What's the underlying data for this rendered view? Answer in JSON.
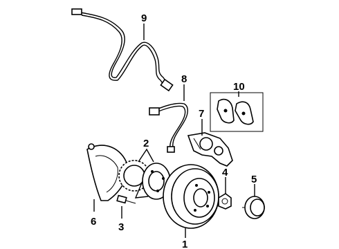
{
  "callouts": [
    {
      "id": "1",
      "text": "1",
      "part": "rotor"
    },
    {
      "id": "2",
      "text": "2",
      "part": "hub-and-tone-ring"
    },
    {
      "id": "3",
      "text": "3",
      "part": "wheel-stud"
    },
    {
      "id": "4",
      "text": "4",
      "part": "nut"
    },
    {
      "id": "5",
      "text": "5",
      "part": "hub-cap"
    },
    {
      "id": "6",
      "text": "6",
      "part": "splash-shield"
    },
    {
      "id": "7",
      "text": "7",
      "part": "caliper"
    },
    {
      "id": "8",
      "text": "8",
      "part": "brake-hose"
    },
    {
      "id": "9",
      "text": "9",
      "part": "abs-sensor-wire"
    },
    {
      "id": "10",
      "text": "10",
      "part": "brake-pads"
    }
  ]
}
